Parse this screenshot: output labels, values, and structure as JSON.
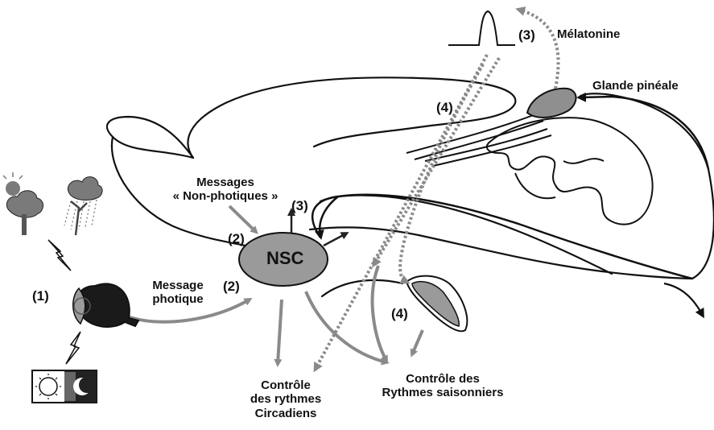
{
  "labels": {
    "melatonine": "Mélatonine",
    "glande_pineale": "Glande pinéale",
    "messages_non_photiques_1": "Messages",
    "messages_non_photiques_2": "« Non-photiques »",
    "message_photique_1": "Message",
    "message_photique_2": "photique",
    "nsc": "NSC",
    "controle_circadiens_1": "Contrôle",
    "controle_circadiens_2": "des rythmes",
    "controle_circadiens_3": "Circadiens",
    "controle_saisonniers_1": "Contrôle des",
    "controle_saisonniers_2": "Rythmes saisonniers"
  },
  "step_numbers": {
    "step1": "(1)",
    "step2_top": "(2)",
    "step2_bottom": "(2)",
    "step3_nsc": "(3)",
    "step3_melatonin": "(3)",
    "step4_top": "(4)",
    "step4_bottom": "(4)"
  },
  "colors": {
    "outline": "#111111",
    "arrow_gray": "#8a8a8a",
    "nsc_fill": "#9a9a9a",
    "pineal_fill": "#8f8f8f",
    "pituitary_fill": "#9a9a9a",
    "eye_dark": "#1a1a1a",
    "tree_fill": "#7a7a7a"
  },
  "icons": [
    "tree-sun-icon",
    "tree-rain-icon",
    "lightning-icon",
    "eye-icon",
    "sun-icon",
    "moon-icon"
  ]
}
